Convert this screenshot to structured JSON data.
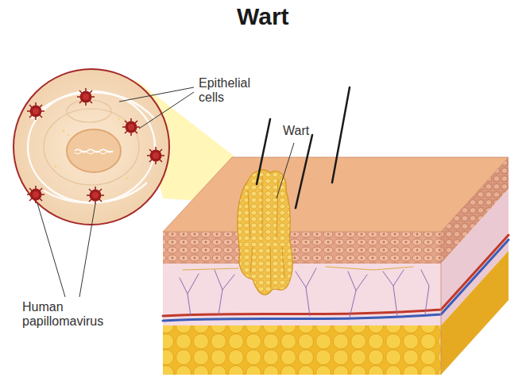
{
  "diagram": {
    "title": "Wart",
    "labels": [
      "Epithelial cells",
      "Wart",
      "Human papillomavirus"
    ]
  }
}
